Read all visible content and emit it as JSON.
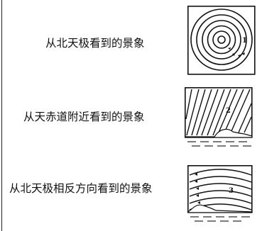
{
  "captions": {
    "north_pole": "从北天极看到的景象",
    "equator": "从天赤道附近看到的景象",
    "south_pole": "从北天极相反方向看到的景象"
  },
  "markers": {
    "one": "1",
    "two": "2",
    "three": "3"
  }
}
